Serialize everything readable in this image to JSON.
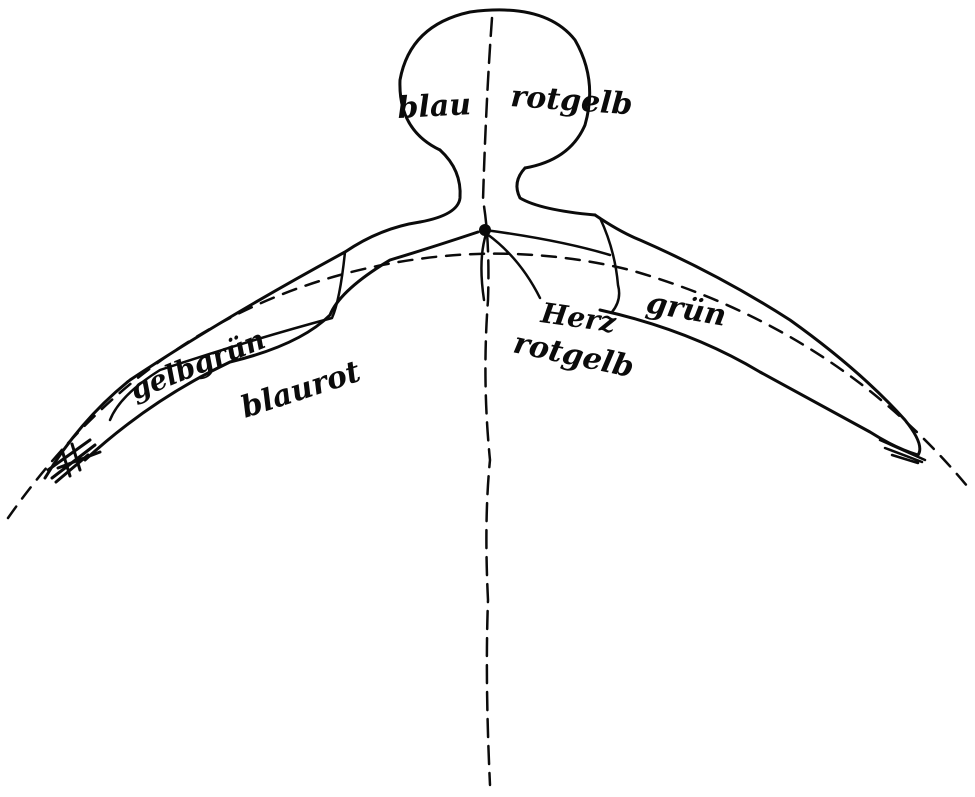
{
  "figure": {
    "ink_color": "#0b0b0b",
    "paper_color": "#ffffff",
    "labels": {
      "head_left": "blau",
      "head_right": "rotgelb",
      "left_arm_upper": "gelbgrün",
      "left_arm_lower": "blaurot",
      "center_upper": "Herz",
      "center_lower": "rotgelb",
      "right_arm": "grün"
    }
  }
}
